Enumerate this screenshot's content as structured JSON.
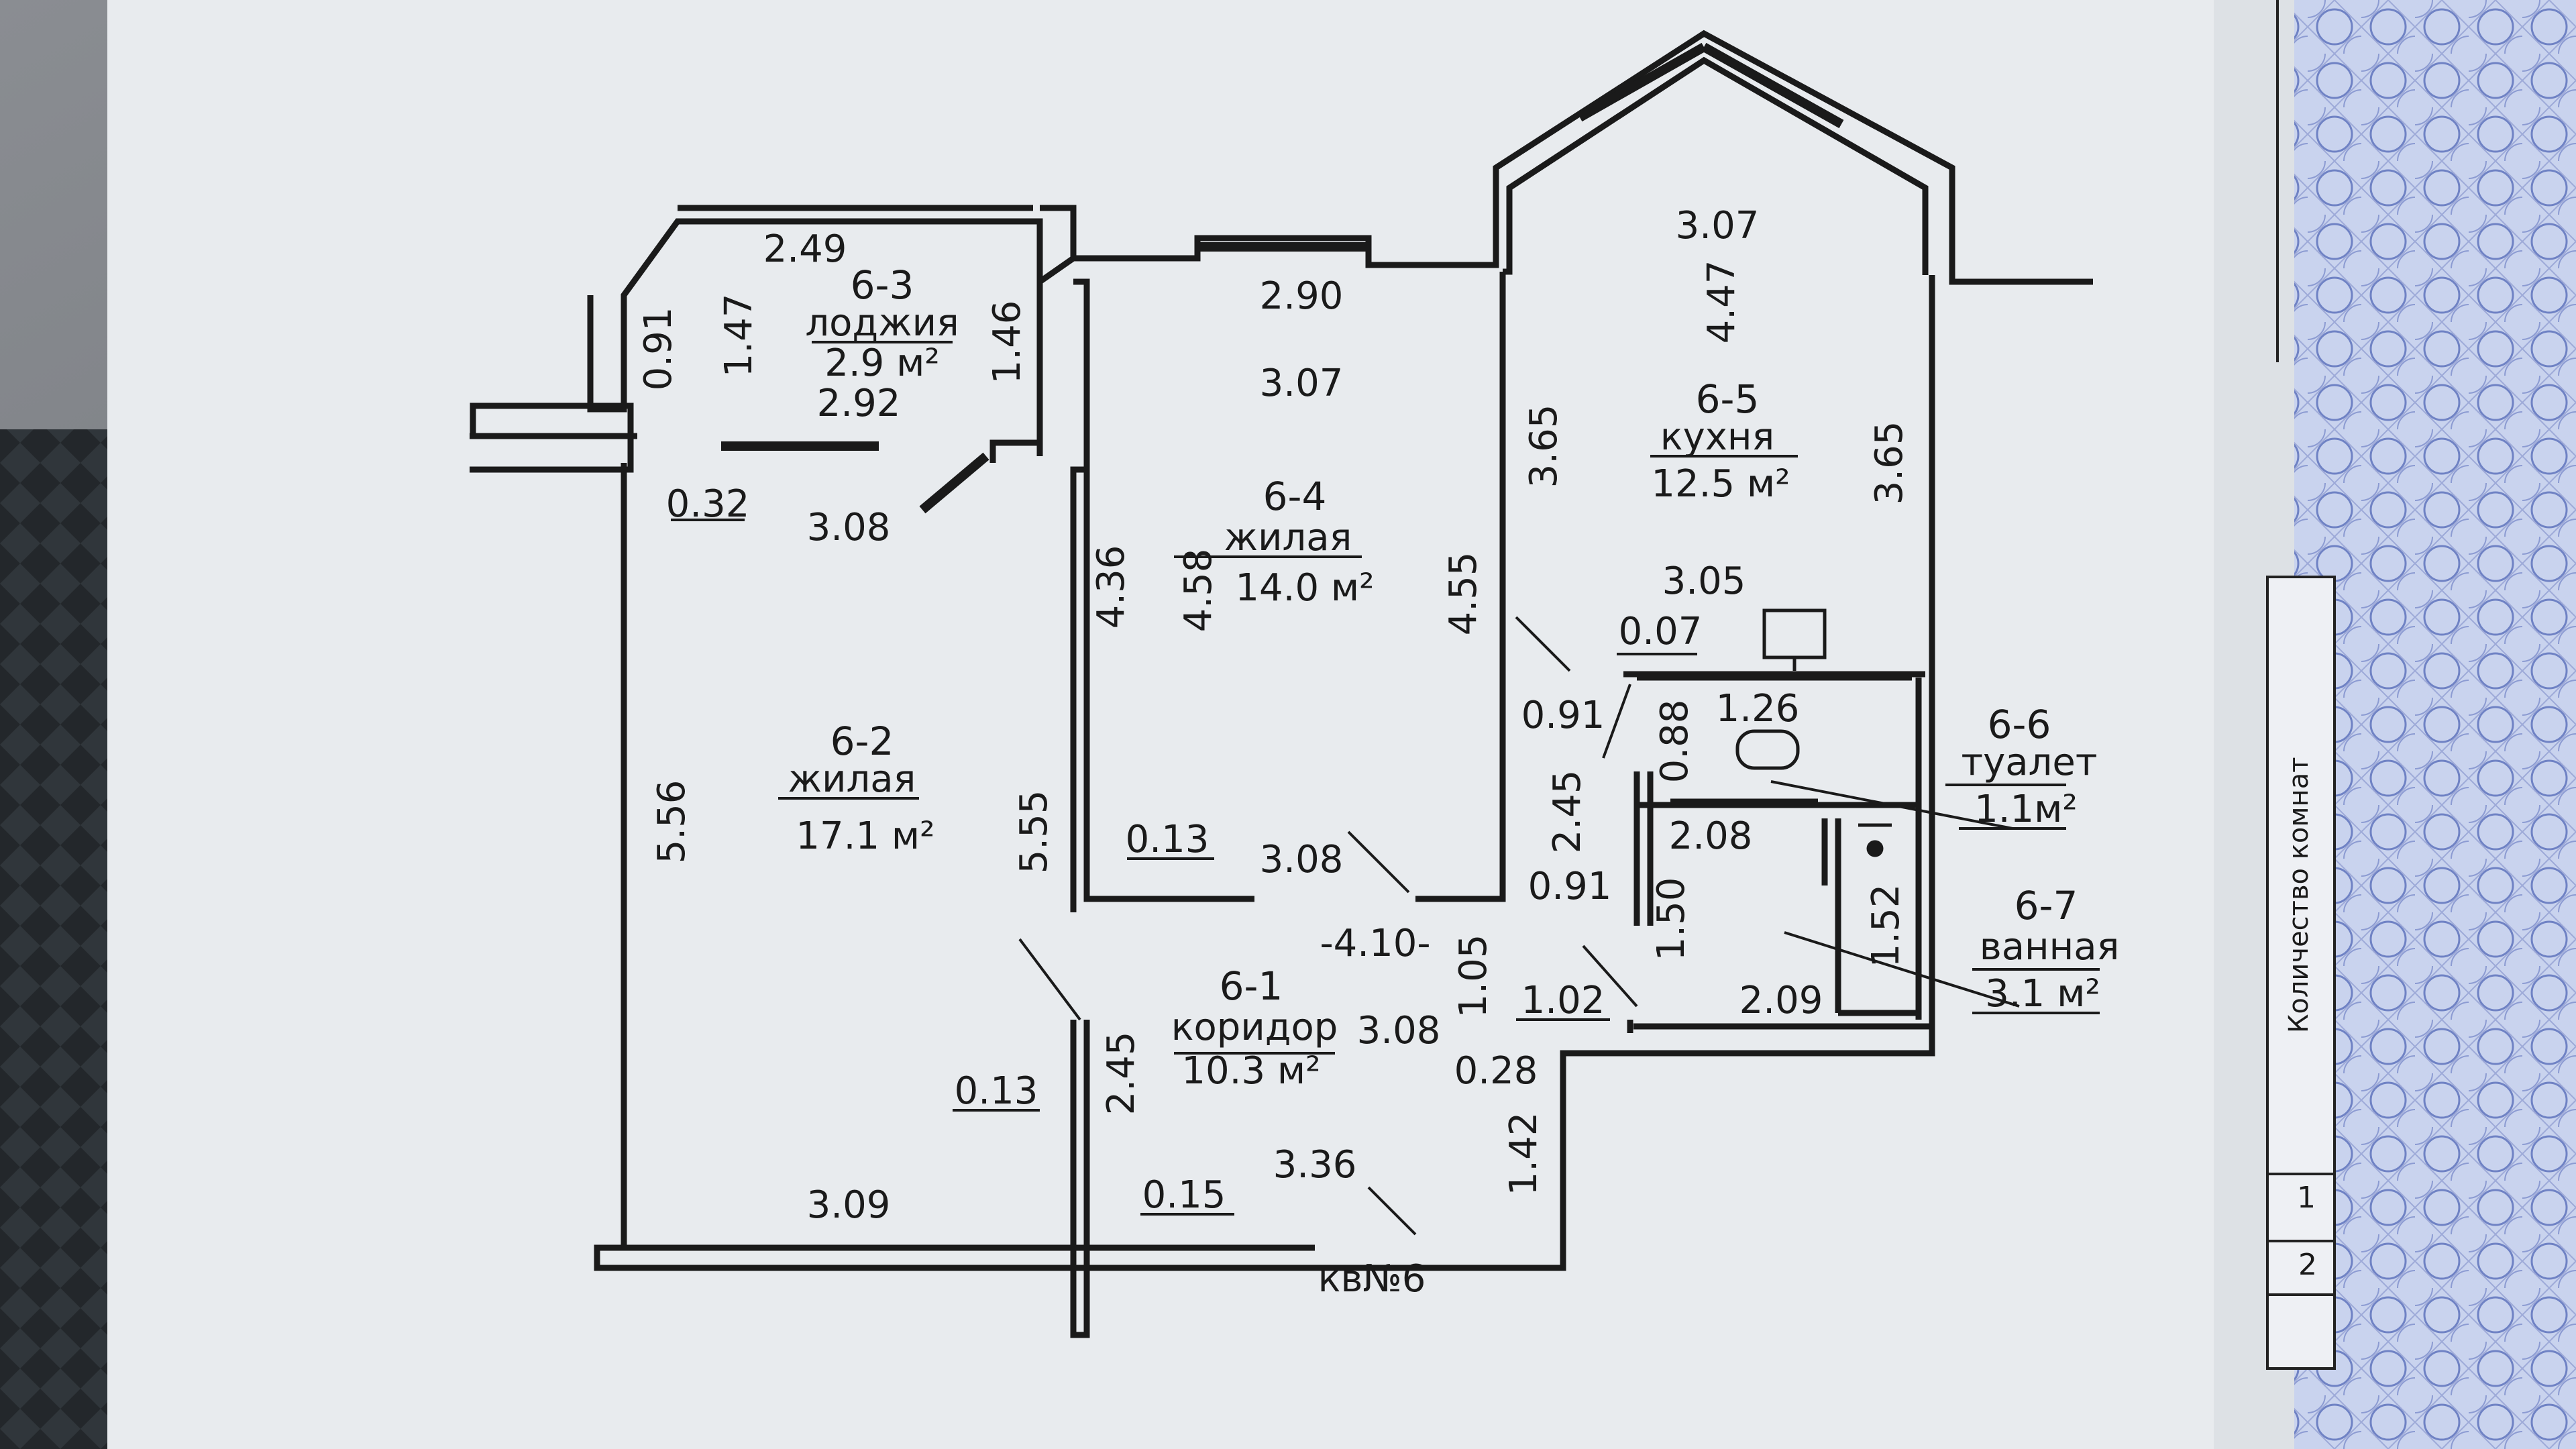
{
  "apartment": {
    "label": "кв№6"
  },
  "rooms": [
    {
      "id": "6-1",
      "name": "коридор",
      "area": "10.3 м²"
    },
    {
      "id": "6-2",
      "name": "жилая",
      "area": "17.1 м²"
    },
    {
      "id": "6-3",
      "name": "лоджия",
      "area": "2.9 м²"
    },
    {
      "id": "6-4",
      "name": "жилая",
      "area": "14.0 м²"
    },
    {
      "id": "6-5",
      "name": "кухня",
      "area": "12.5 м²"
    },
    {
      "id": "6-6",
      "name": "туалет",
      "area": "1.1м²"
    },
    {
      "id": "6-7",
      "name": "ванная",
      "area": "3.1 м²"
    }
  ],
  "dimensions": {
    "loggia": [
      "2.49",
      "0.91",
      "1.47",
      "1.46",
      "2.92",
      "0.32"
    ],
    "room_6_2": [
      "3.08",
      "5.56",
      "5.55",
      "3.09"
    ],
    "room_6_4": [
      "2.90",
      "3.07",
      "4.36",
      "4.58",
      "4.55",
      "0.13",
      "3.08"
    ],
    "room_6_5": [
      "3.07",
      "4.47",
      "3.65",
      "3.65",
      "3.05",
      "0.91"
    ],
    "toilet": [
      "0.07",
      "0.88",
      "1.26",
      "2.08"
    ],
    "bath": [
      "1.50",
      "1.52",
      "2.09"
    ],
    "corridor": [
      "-4.10-",
      "1.05",
      "0.91",
      "2.45",
      "1.02",
      "3.08",
      "0.28",
      "2.45",
      "0.13",
      "1.42",
      "3.36",
      "0.15"
    ]
  },
  "sheet": {
    "title": "Количество комнат",
    "rows": [
      "1",
      "2"
    ]
  },
  "colors": {
    "paper": "#e9ecef",
    "line": "#1a1a1a",
    "right_sheet": "#b9c7e6"
  }
}
